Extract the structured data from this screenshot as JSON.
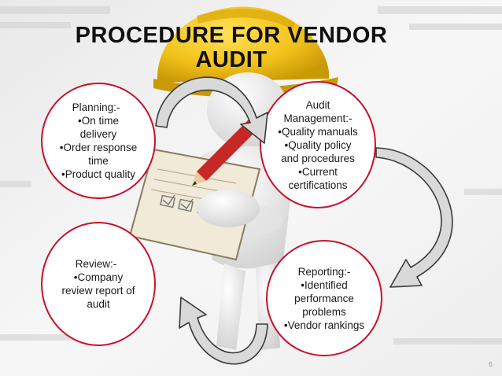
{
  "slide": {
    "title_lines": [
      "PROCEDURE FOR VENDOR",
      "AUDIT"
    ],
    "page_number": "6"
  },
  "stages": {
    "planning": {
      "lines": [
        "Planning:-",
        "•On time",
        "delivery",
        "•Order response",
        "time",
        "•Product quality"
      ]
    },
    "audit_management": {
      "lines": [
        "Audit",
        "Management:-",
        "•Quality manuals",
        "•Quality policy",
        "and procedures",
        "•Current",
        "certifications"
      ]
    },
    "review": {
      "lines": [
        "Review:-",
        "•Company",
        "review report of",
        "audit"
      ]
    },
    "reporting": {
      "lines": [
        "Reporting:-",
        "•Identified",
        "performance",
        "problems",
        "•Vendor rankings"
      ]
    }
  },
  "colors": {
    "circle_border": "#c8102e",
    "arrow_fill": "#d9d9d9",
    "arrow_stroke": "#3a3a3a",
    "helmet": "#f2c21b"
  },
  "background_image": "3d figure with yellow hard hat and checklist"
}
